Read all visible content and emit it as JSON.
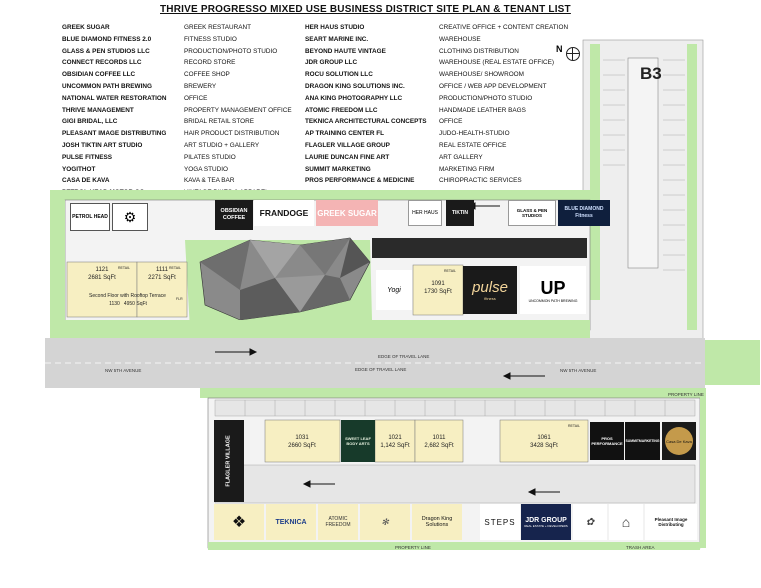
{
  "title": "THRIVE PROGRESSO MIXED USE BUSINESS DISTRICT SITE PLAN & TENANT LIST",
  "tenants_left": [
    {
      "name": "GREEK SUGAR",
      "type": "GREEK RESTAURANT"
    },
    {
      "name": "BLUE DIAMOND FITNESS 2.0",
      "type": "FITNESS STUDIO"
    },
    {
      "name": "GLASS & PEN STUDIOS LLC",
      "type": "PRODUCTION/PHOTO STUDIO"
    },
    {
      "name": "CONNECT RECORDS LLC",
      "type": "RECORD STORE"
    },
    {
      "name": "OBSIDIAN COFFEE LLC",
      "type": "COFFEE SHOP"
    },
    {
      "name": "UNCOMMON PATH BREWING",
      "type": "BREWERY"
    },
    {
      "name": "NATIONAL WATER RESTORATION",
      "type": "OFFICE"
    },
    {
      "name": "THRIVE MANAGEMENT",
      "type": "PROPERTY MANAGEMENT OFFICE"
    },
    {
      "name": "GIGI BRIDAL, LLC",
      "type": "BRIDAL RETAIL STORE"
    },
    {
      "name": "PLEASANT IMAGE DISTRIBUTING",
      "type": "HAIR PRODUCT DISTRIBUTION"
    },
    {
      "name": "JOSH TIKTIN ART STUDIO",
      "type": "ART STUDIO + GALLERY"
    },
    {
      "name": "PULSE FITNESS",
      "type": "PILATES STUDIO"
    },
    {
      "name": "YOGITHOT",
      "type": "YOGA STUDIO"
    },
    {
      "name": "CASA DE KAVA",
      "type": "KAVA & TEA BAR"
    },
    {
      "name": "PETROL HEAD MOTOR CO",
      "type": "VINTAGE BIKES & APPAREL"
    }
  ],
  "tenants_right": [
    {
      "name": "HER HAUS STUDIO",
      "type": "CREATIVE OFFICE + CONTENT CREATION"
    },
    {
      "name": "SEART MARINE INC.",
      "type": "WAREHOUSE"
    },
    {
      "name": "BEYOND HAUTE VINTAGE",
      "type": "CLOTHING DISTRIBUTION"
    },
    {
      "name": "JDR GROUP LLC",
      "type": "WAREHOUSE (REAL ESTATE OFFICE)"
    },
    {
      "name": "ROCU SOLUTION LLC",
      "type": "WAREHOUSE/ SHOWROOM"
    },
    {
      "name": "DRAGON KING SOLUTIONS INC.",
      "type": "OFFICE / WEB APP DEVELOPMENT"
    },
    {
      "name": "ANA KING PHOTOGRAPHY LLC",
      "type": "PRODUCTION/PHOTO STUDIO"
    },
    {
      "name": "ATOMIC FREEDOM LLC",
      "type": "HANDMADE LEATHER BAGS"
    },
    {
      "name": "TEKNICA ARCHITECTURAL CONCEPTS",
      "type": "OFFICE"
    },
    {
      "name": "AP TRAINING CENTER FL",
      "type": "JUDO-HEALTH-STUDIO"
    },
    {
      "name": "FLAGLER VILLAGE GROUP",
      "type": "REAL ESTATE OFFICE"
    },
    {
      "name": "LAURIE DUNCAN FINE ART",
      "type": "ART GALLERY"
    },
    {
      "name": "SUMMIT MARKETING",
      "type": "MARKETING FIRM"
    },
    {
      "name": "PROS PERFORMANCE & MEDICINE",
      "type": "CHIROPRACTIC SERVICES"
    }
  ],
  "north_label": "N",
  "building_label": "B3",
  "logos_top": {
    "obsidian": "OBSIDIAN COFFEE",
    "frandoge": "FRANDOGE",
    "greek_sugar": "GREEK SUGAR",
    "her_haus": "HER HAUS",
    "tiktin": "TIKTIN",
    "glass_pen": "GLASS & PEN STUDIOS",
    "blue_diamond": "BLUE DIAMOND Fitness",
    "yogi": "Yogi",
    "pulse": "pulse",
    "pulse_sub": "fitness",
    "uncommon": "UNCOMMON PATH BREWING",
    "petrol": "PETROL HEAD"
  },
  "units_top": [
    {
      "num": "1121",
      "area": "2681 SqFt",
      "tag": "RETAIL"
    },
    {
      "num": "1111",
      "area": "2271 SqFt",
      "tag": "RETAIL"
    },
    {
      "num": "1091",
      "area": "1730 SqFt",
      "tag": "RETAIL"
    }
  ],
  "terrace": "Second Floor with Rooftop Terrace",
  "unit_1130": {
    "num": "1130",
    "area": "4950 SqFt"
  },
  "units_bottom": [
    {
      "num": "1031",
      "area": "2660 SqFt"
    },
    {
      "num": "1021",
      "area": "1,142 SqFt"
    },
    {
      "num": "1011",
      "area": "2,682 SqFt"
    },
    {
      "num": "1061",
      "area": "3428 SqFt"
    }
  ],
  "retail_tag": "RETAIL",
  "flr_tag": "FLR",
  "logos_bottom": {
    "flagler": "FLAGLER VILLAGE",
    "sweet_leaf": "SWEET LEAF BODY ARTS",
    "pros": "PROS PERFORMANCE",
    "summit": "SUMMITMARKETING",
    "kava": "Casa De Kava",
    "teknica": "TEKNICA",
    "atomic": "ATOMIC FREEDOM",
    "dragon": "Dragon King Solutions",
    "steps": "STEPS",
    "jdr": "JDR GROUP",
    "jdr_sub": "REAL ESTATE + DEVELOPERS",
    "pleasant": "Pleasant Image Distributing"
  },
  "streets": {
    "edge_travel_1": "EDGE OF TRAVEL LANE",
    "edge_travel_2": "EDGE OF TRAVEL LANE",
    "ave_left": "NW 5TH AVENUE",
    "ave_right": "NW 5TH AVENUE",
    "property_line_1": "PROPERTY LINE",
    "property_line_2": "PROPERTY LINE",
    "trash": "TRASH AREA"
  },
  "colors": {
    "green": "#bfe8a8",
    "road": "#d4d4d4",
    "tan": "#f7efc2",
    "dark": "#1a1a1a"
  }
}
